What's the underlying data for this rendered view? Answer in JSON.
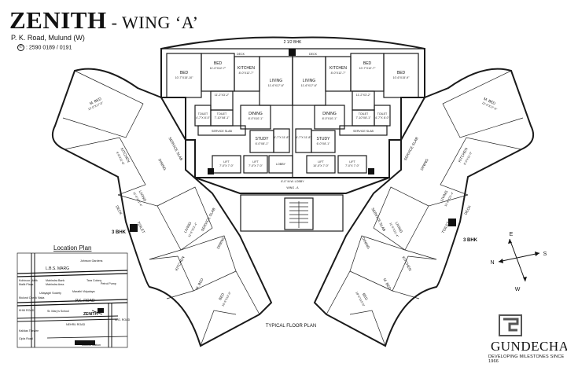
{
  "header": {
    "project": "ZENITH",
    "wing": " - WING ‘A’",
    "address": "P. K. Road, Mulund (W)",
    "phone": ": 2590 0189 / 0191"
  },
  "plan": {
    "top_block_type": "2 1/2 BHK",
    "side_block_type_left": "3 BHK",
    "side_block_type_right": "3 BHK",
    "floor_plan_label": "TYPICAL FLOOR PLAN",
    "lobby_label": "8'-0\" M.W. LOBBY",
    "lobby_wing": "WING - A",
    "rooms_top_left": {
      "deck": "DECK",
      "bed1": "BED",
      "bed1_dim": "10'-7\"X15'-10\"",
      "bed2": "BED",
      "bed2_dim": "11'-0\"X12'-7\"",
      "kitchen": "KITCHEN",
      "kitchen_dim": "8'-0\"X12'-7\"",
      "living": "LIVING",
      "living_dim": "11'-6\"X17'-6\"",
      "dining": "DINING",
      "dining_dim": "8'-0\"X10'-1\"",
      "toilet1": "TOILET",
      "toilet1_dim": "4'-7\"X 8'-0\"",
      "toilet2": "TOILET",
      "toilet2_dim": "7'-10\"X8'-1\"",
      "passage_dim": "11'-2\"X3'-2\"",
      "service": "SERVICE SLAB",
      "study": "STUDY",
      "study_dim": "6'-0\"X8'-1\""
    },
    "rooms_top_right": {
      "deck": "DECK",
      "bed1": "BED",
      "bed1_dim": "10'-7\"X12'-7\"",
      "bed2": "BED",
      "bed2_dim": "10'-6\"X15'-9\"",
      "kitchen": "KITCHEN",
      "kitchen_dim": "8'-0\"X12'-7\"",
      "living": "LIVING",
      "living_dim": "11'-6\"X17'-6\"",
      "dining": "DINING",
      "dining_dim": "8'-0\"X10'-1\"",
      "toilet1": "TOILET",
      "toilet1_dim": "7'-10\"X8'-1\"",
      "toilet2": "TOILET",
      "toilet2_dim": "4'-7\"X 8'-0\"",
      "passage_dim": "11'-2\"X3'-2\"",
      "service": "SERVICE SLAB",
      "study": "STUDY",
      "study_dim": "6'-0\"X8'-1\""
    },
    "duct_dim": "4'-7\"X 11'-8\"",
    "lifts": [
      {
        "label": "LIFT",
        "dim": "7'-0\"X 7'-0\""
      },
      {
        "label": "LIFT",
        "dim": "7'-0\"X 7'-0\""
      },
      {
        "label": "LOBBY",
        "dim": ""
      },
      {
        "label": "LIFT",
        "dim": "10'-0\"X 7'-0\""
      },
      {
        "label": "LIFT",
        "dim": "7'-0\"X 7'-0\""
      }
    ],
    "wing_rooms": {
      "mbed": "M. BED",
      "bed": "BED",
      "kitchen": "KITCHEN",
      "living": "LIVING",
      "dining": "DINING",
      "service": "SERVICE SLAB",
      "toilet": "TOILET",
      "deck": "DECK",
      "dress": "DRESS",
      "mbed_dim": "12'-0\"X17'-0\"",
      "bed_dim": "10'-6\"X15'-0\"",
      "kitchen_dim": "8'-0\"X11'-0\"",
      "living_dim": "11'-6\"X21'-4\"",
      "dining_dim": "8'-0\"X10'-0\""
    },
    "compass": {
      "n": "N",
      "s": "S",
      "e": "E",
      "w": "W"
    }
  },
  "location_plan": {
    "title": "Location Plan",
    "labels": [
      "Johnson Gardens",
      "L.B.S. MARG",
      "Kohinoor Malik",
      "Malik Plaza",
      "Mahindra Bank",
      "Mahindra Area",
      "Tara Colony",
      "Petrol Pump",
      "Udayagiri Society",
      "Marathi Vidyalaya",
      "Mulund Check Naka",
      "P.K. ROAD",
      "ZENITH",
      "St. Mary's School",
      "KHM ROAD",
      "NEHRU ROAD",
      "M.G. ROAD",
      "Mulund Station",
      "Kalidas Theatre",
      "Cipla Road"
    ]
  },
  "logo": {
    "name": "GUNDECHA",
    "tagline": "DEVELOPING MILESTONES SINCE 1966"
  },
  "colors": {
    "ink": "#1a1a1a",
    "paper": "#ffffff"
  }
}
